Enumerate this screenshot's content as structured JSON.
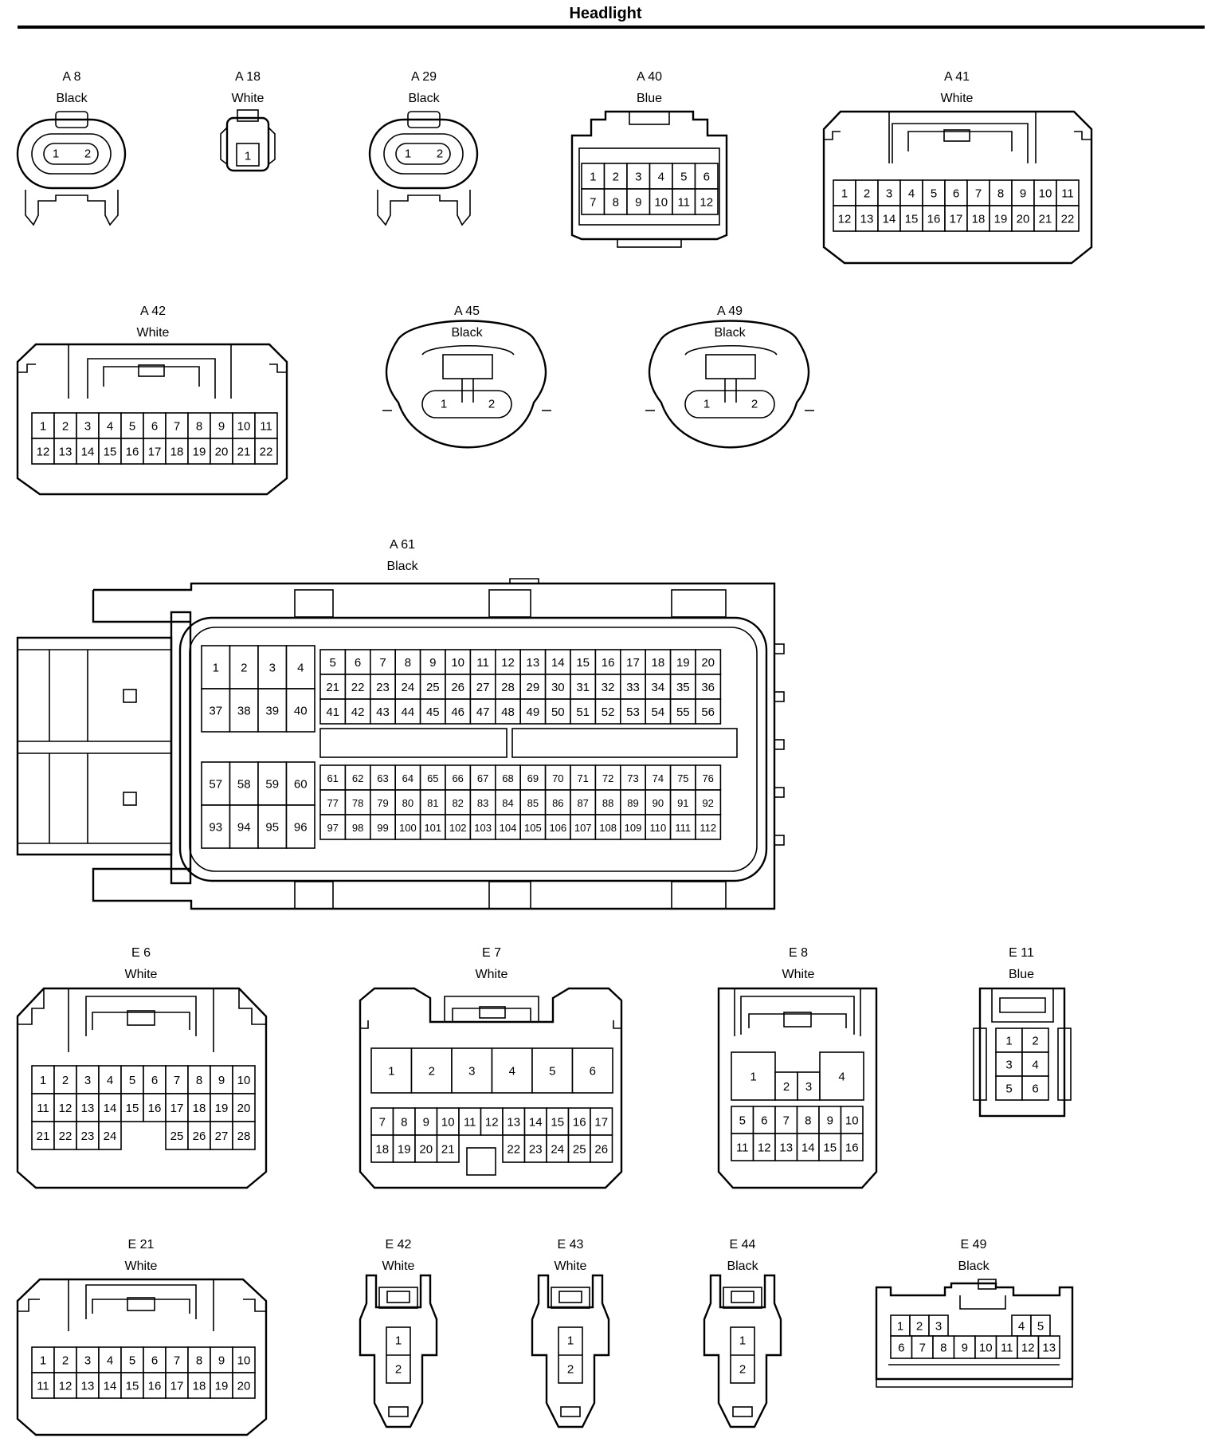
{
  "title": "Headlight",
  "connectors": {
    "A8": {
      "id": "A 8",
      "color": "Black",
      "pins": [
        "1",
        "2"
      ]
    },
    "A18": {
      "id": "A 18",
      "color": "White",
      "pins": [
        "1"
      ]
    },
    "A29": {
      "id": "A 29",
      "color": "Black",
      "pins": [
        "1",
        "2"
      ]
    },
    "A40": {
      "id": "A 40",
      "color": "Blue",
      "rows": [
        [
          "1",
          "2",
          "3",
          "4",
          "5",
          "6"
        ],
        [
          "7",
          "8",
          "9",
          "10",
          "11",
          "12"
        ]
      ]
    },
    "A41": {
      "id": "A 41",
      "color": "White",
      "rows": [
        [
          "1",
          "2",
          "3",
          "4",
          "5",
          "6",
          "7",
          "8",
          "9",
          "10",
          "11"
        ],
        [
          "12",
          "13",
          "14",
          "15",
          "16",
          "17",
          "18",
          "19",
          "20",
          "21",
          "22"
        ]
      ]
    },
    "A42": {
      "id": "A 42",
      "color": "White",
      "rows": [
        [
          "1",
          "2",
          "3",
          "4",
          "5",
          "6",
          "7",
          "8",
          "9",
          "10",
          "11"
        ],
        [
          "12",
          "13",
          "14",
          "15",
          "16",
          "17",
          "18",
          "19",
          "20",
          "21",
          "22"
        ]
      ]
    },
    "A45": {
      "id": "A 45",
      "color": "Black",
      "pins": [
        "1",
        "2"
      ]
    },
    "A49": {
      "id": "A 49",
      "color": "Black",
      "pins": [
        "1",
        "2"
      ]
    },
    "A61": {
      "id": "A 61",
      "color": "Black",
      "big_top": [
        [
          "1",
          "2",
          "3",
          "4"
        ],
        [
          "37",
          "38",
          "39",
          "40"
        ]
      ],
      "small_top": [
        [
          "5",
          "6",
          "7",
          "8",
          "9",
          "10",
          "11",
          "12",
          "13",
          "14",
          "15",
          "16",
          "17",
          "18",
          "19",
          "20"
        ],
        [
          "21",
          "22",
          "23",
          "24",
          "25",
          "26",
          "27",
          "28",
          "29",
          "30",
          "31",
          "32",
          "33",
          "34",
          "35",
          "36"
        ],
        [
          "41",
          "42",
          "43",
          "44",
          "45",
          "46",
          "47",
          "48",
          "49",
          "50",
          "51",
          "52",
          "53",
          "54",
          "55",
          "56"
        ]
      ],
      "big_bottom": [
        [
          "57",
          "58",
          "59",
          "60"
        ],
        [
          "93",
          "94",
          "95",
          "96"
        ]
      ],
      "small_bottom": [
        [
          "61",
          "62",
          "63",
          "64",
          "65",
          "66",
          "67",
          "68",
          "69",
          "70",
          "71",
          "72",
          "73",
          "74",
          "75",
          "76"
        ],
        [
          "77",
          "78",
          "79",
          "80",
          "81",
          "82",
          "83",
          "84",
          "85",
          "86",
          "87",
          "88",
          "89",
          "90",
          "91",
          "92"
        ],
        [
          "97",
          "98",
          "99",
          "100",
          "101",
          "102",
          "103",
          "104",
          "105",
          "106",
          "107",
          "108",
          "109",
          "110",
          "111",
          "112"
        ]
      ]
    },
    "E6": {
      "id": "E 6",
      "color": "White",
      "rows": [
        [
          "1",
          "2",
          "3",
          "4",
          "5",
          "6",
          "7",
          "8",
          "9",
          "10"
        ],
        [
          "11",
          "12",
          "13",
          "14",
          "15",
          "16",
          "17",
          "18",
          "19",
          "20"
        ],
        [
          "21",
          "22",
          "23",
          "24",
          "",
          "",
          "25",
          "26",
          "27",
          "28"
        ]
      ]
    },
    "E7": {
      "id": "E 7",
      "color": "White",
      "big": [
        "1",
        "2",
        "3",
        "4",
        "5",
        "6"
      ],
      "rows": [
        [
          "7",
          "8",
          "9",
          "10",
          "11",
          "12",
          "13",
          "14",
          "15",
          "16",
          "17"
        ],
        [
          "18",
          "19",
          "20",
          "21",
          "",
          "",
          "22",
          "23",
          "24",
          "25",
          "26"
        ]
      ]
    },
    "E8": {
      "id": "E 8",
      "color": "White",
      "big": [
        "1",
        "2",
        "3",
        "4"
      ],
      "rows": [
        [
          "5",
          "6",
          "7",
          "8",
          "9",
          "10"
        ],
        [
          "11",
          "12",
          "13",
          "14",
          "15",
          "16"
        ]
      ]
    },
    "E11": {
      "id": "E 11",
      "color": "Blue",
      "rows": [
        [
          "1",
          "2"
        ],
        [
          "3",
          "4"
        ],
        [
          "5",
          "6"
        ]
      ]
    },
    "E21": {
      "id": "E 21",
      "color": "White",
      "rows": [
        [
          "1",
          "2",
          "3",
          "4",
          "5",
          "6",
          "7",
          "8",
          "9",
          "10"
        ],
        [
          "11",
          "12",
          "13",
          "14",
          "15",
          "16",
          "17",
          "18",
          "19",
          "20"
        ]
      ]
    },
    "E42": {
      "id": "E 42",
      "color": "White",
      "pins": [
        "1",
        "2"
      ]
    },
    "E43": {
      "id": "E 43",
      "color": "White",
      "pins": [
        "1",
        "2"
      ]
    },
    "E44": {
      "id": "E 44",
      "color": "Black",
      "pins": [
        "1",
        "2"
      ]
    },
    "E49": {
      "id": "E 49",
      "color": "Black",
      "top_left": [
        "1",
        "2",
        "3"
      ],
      "top_right": [
        "4",
        "5"
      ],
      "bottom": [
        "6",
        "7",
        "8",
        "9",
        "10",
        "11",
        "12",
        "13"
      ]
    }
  }
}
